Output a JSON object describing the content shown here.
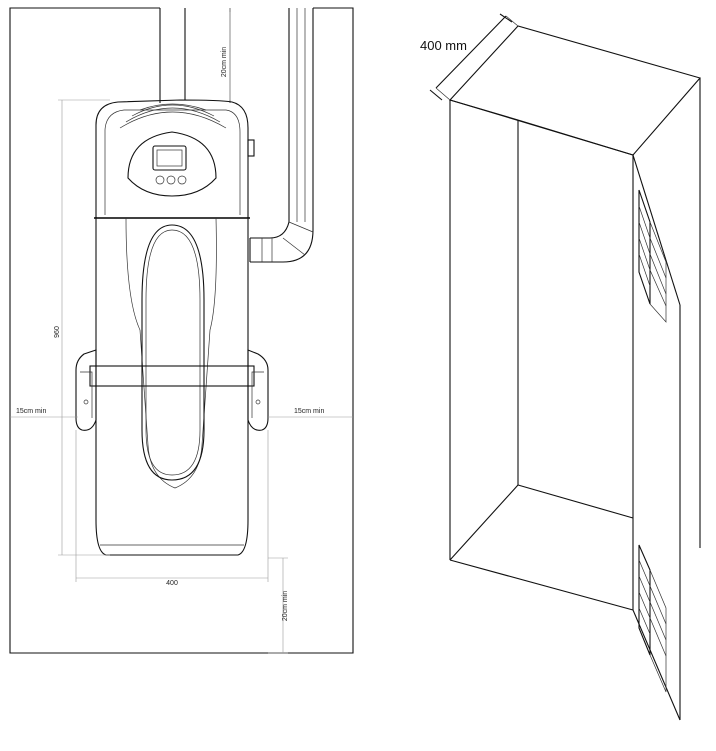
{
  "left_diagram": {
    "dim_top_clearance": "20cm min",
    "dim_height": "960",
    "dim_left_clearance": "15cm min",
    "dim_right_clearance": "15cm min",
    "dim_width": "400",
    "dim_bottom_clearance": "20cm min"
  },
  "right_diagram": {
    "dim_depth": "400 mm"
  }
}
